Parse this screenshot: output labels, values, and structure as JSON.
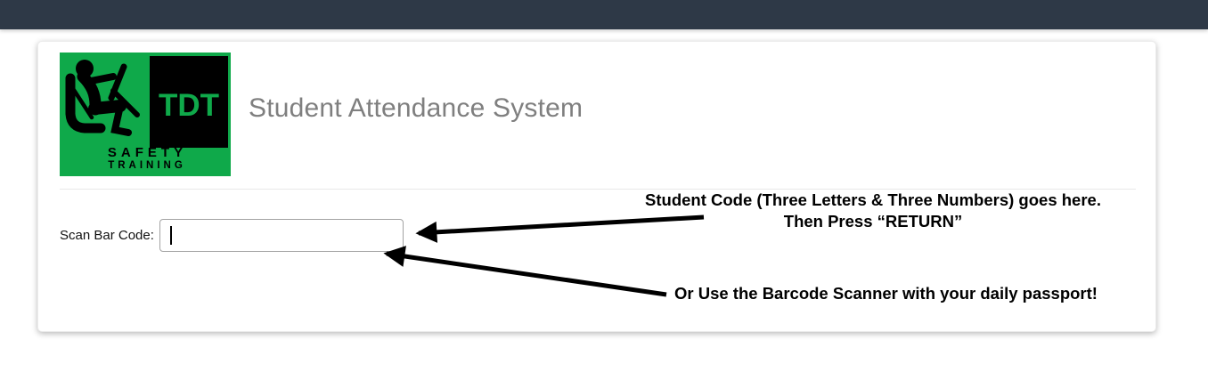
{
  "colors": {
    "topbar": "#2e3947",
    "logo_green": "#0fa94a",
    "title_gray": "#7f7f7f",
    "annotation": "#000000"
  },
  "header": {
    "title": "Student Attendance System",
    "logo": {
      "tdt_text": "TDT",
      "safety_text": "SAFETY",
      "training_text": "TRAINING"
    }
  },
  "form": {
    "label": "Scan Bar Code:",
    "input_value": "",
    "input_placeholder": ""
  },
  "annotations": {
    "student_code_line1": "Student Code (Three Letters & Three Numbers) goes here.",
    "student_code_line2": "Then Press “RETURN”",
    "barcode_scanner": "Or Use the Barcode Scanner with your daily passport!"
  }
}
